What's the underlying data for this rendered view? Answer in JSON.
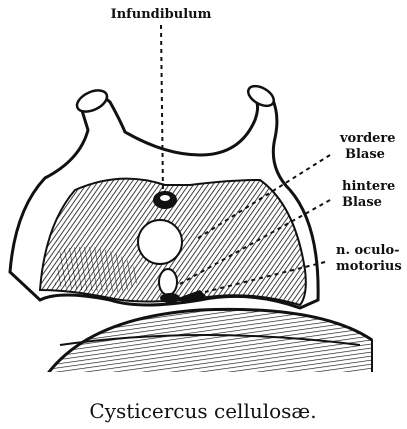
{
  "figure": {
    "labels": {
      "infundibulum": "Infundibulum",
      "vordere_line1": "vordere",
      "vordere_line2": "Blase",
      "hintere_line1": "hintere",
      "hintere_line2": "Blase",
      "oculo_line1": "n. oculo-",
      "oculo_line2": "motorius"
    },
    "caption": "Cysticercus cellulosæ.",
    "colors": {
      "ink": "#111111",
      "paper": "#ffffff"
    }
  }
}
